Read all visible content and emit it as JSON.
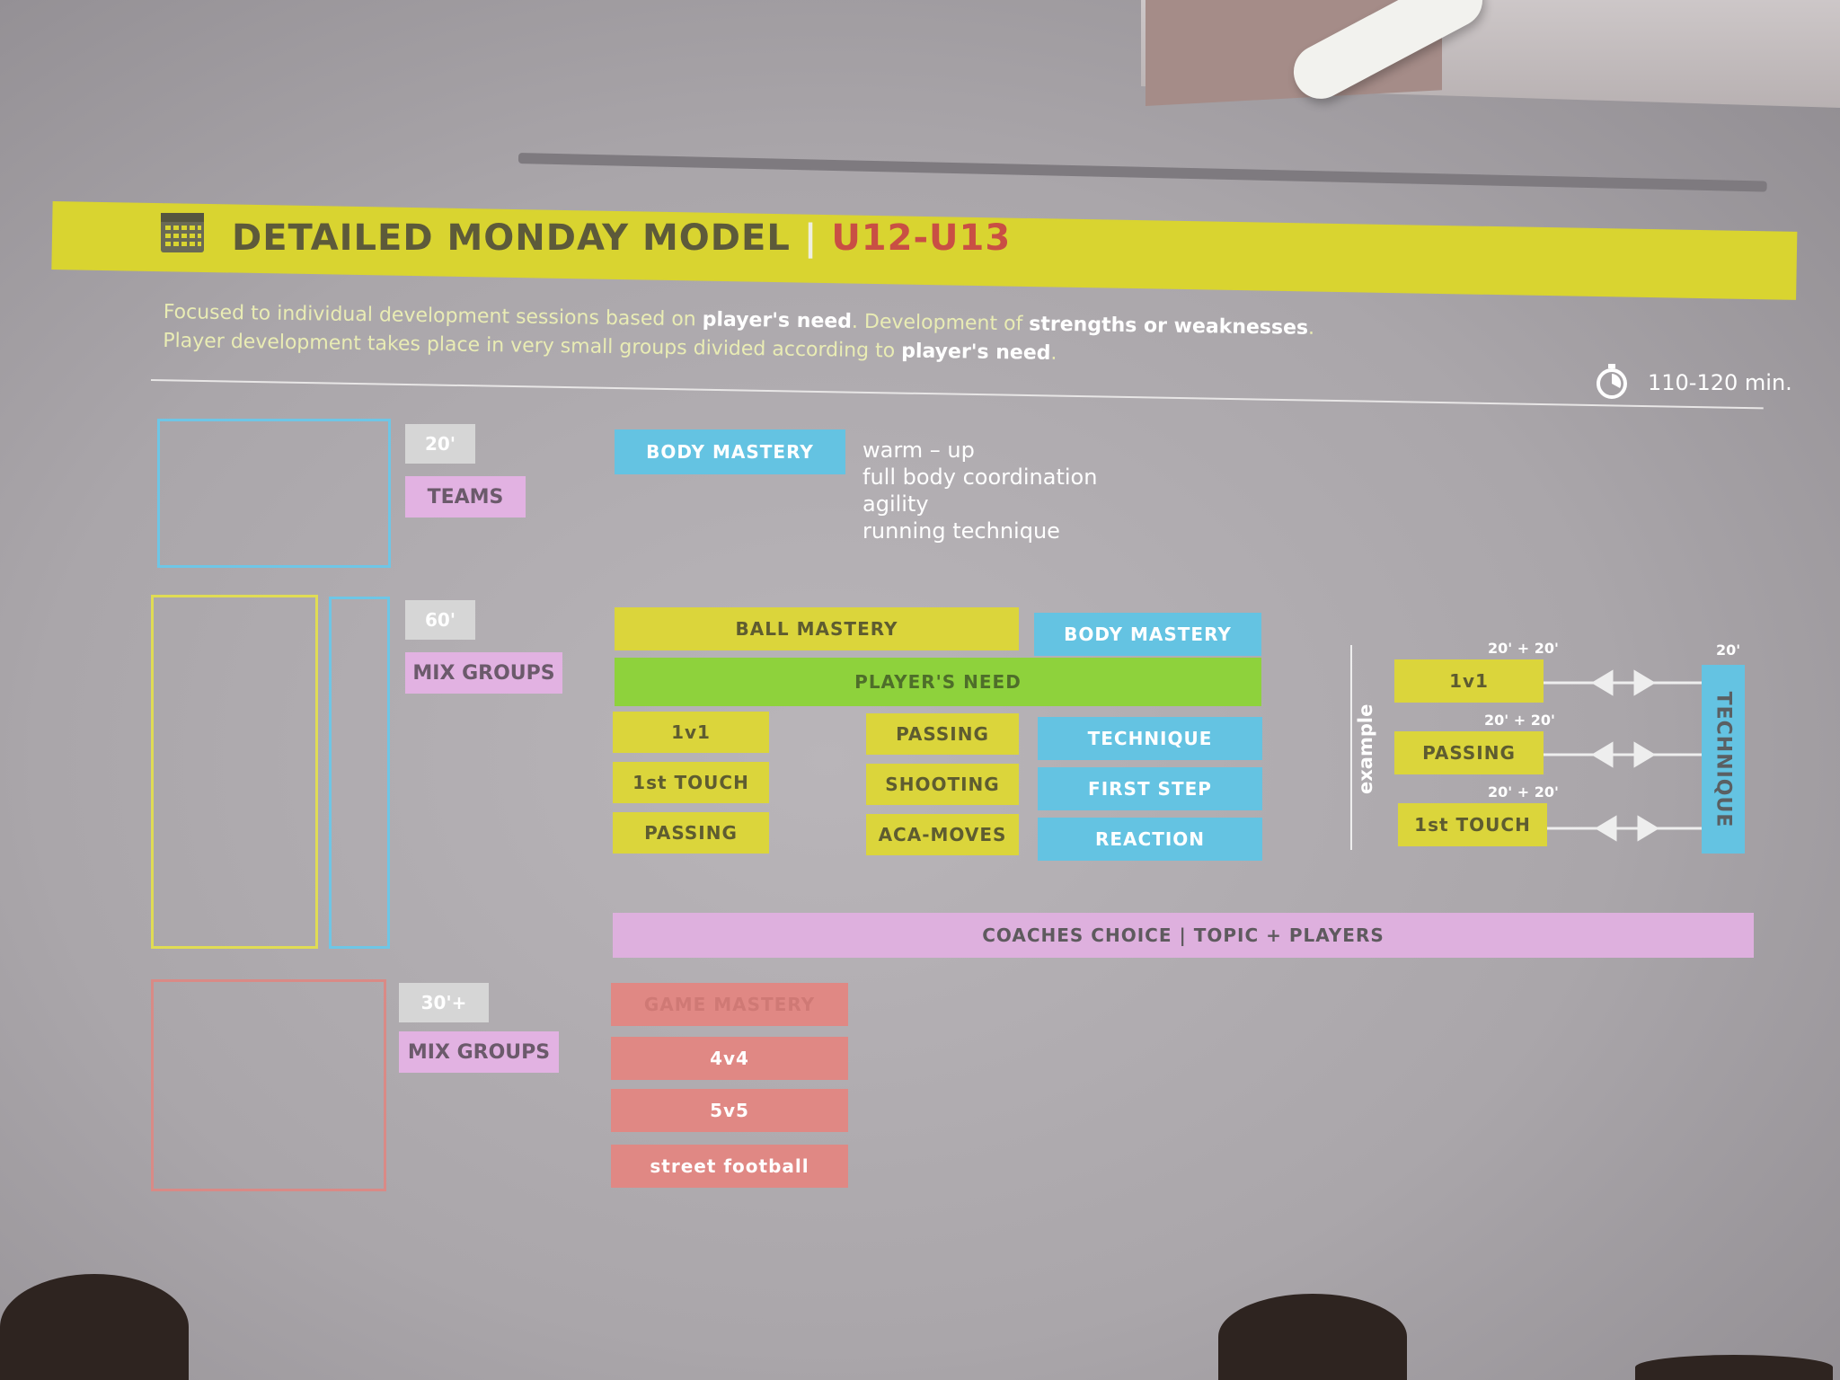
{
  "header": {
    "title": "DETAILED MONDAY MODEL",
    "separator": "|",
    "subtitle": "U12-U13"
  },
  "intro": {
    "line1_a": "Focused to individual development sessions based on ",
    "line1_b": "player's need",
    "line1_c": ". Development of ",
    "line1_d": "strengths or weaknesses",
    "line1_e": ".",
    "line2_a": "Player development takes place in very small groups divided according to ",
    "line2_b": "player's need",
    "line2_c": "."
  },
  "duration": "110-120 min.",
  "block1": {
    "time": "20'",
    "group": "TEAMS",
    "activity": "BODY MASTERY",
    "details": [
      "warm – up",
      "full body coordination",
      "agility",
      "running technique"
    ]
  },
  "block2": {
    "time": "60'",
    "group": "MIX GROUPS",
    "ball_mastery": "BALL MASTERY",
    "body_mastery": "BODY MASTERY",
    "players_need": "PLAYER'S NEED",
    "col1": [
      "1v1",
      "1st TOUCH",
      "PASSING"
    ],
    "col2": [
      "PASSING",
      "SHOOTING",
      "ACA-MOVES"
    ],
    "col3": [
      "TECHNIQUE",
      "FIRST STEP",
      "REACTION"
    ],
    "coaches_choice": "COACHES CHOICE | TOPIC + PLAYERS"
  },
  "example": {
    "label": "example",
    "rows": [
      {
        "time": "20' + 20'",
        "label": "1v1"
      },
      {
        "time": "20' + 20'",
        "label": "PASSING"
      },
      {
        "time": "20' + 20'",
        "label": "1st TOUCH"
      }
    ],
    "technique_time": "20'",
    "technique": "TECHNIQUE"
  },
  "block3": {
    "time": "30'+",
    "group": "MIX GROUPS",
    "activity": "GAME MASTERY",
    "items": [
      "4v4",
      "5v5",
      "street football"
    ]
  },
  "colors": {
    "yellow": "#dbd53b",
    "blue": "#64c3e2",
    "green": "#8ed23c",
    "pink": "#deb0de",
    "red": "#e08884"
  }
}
